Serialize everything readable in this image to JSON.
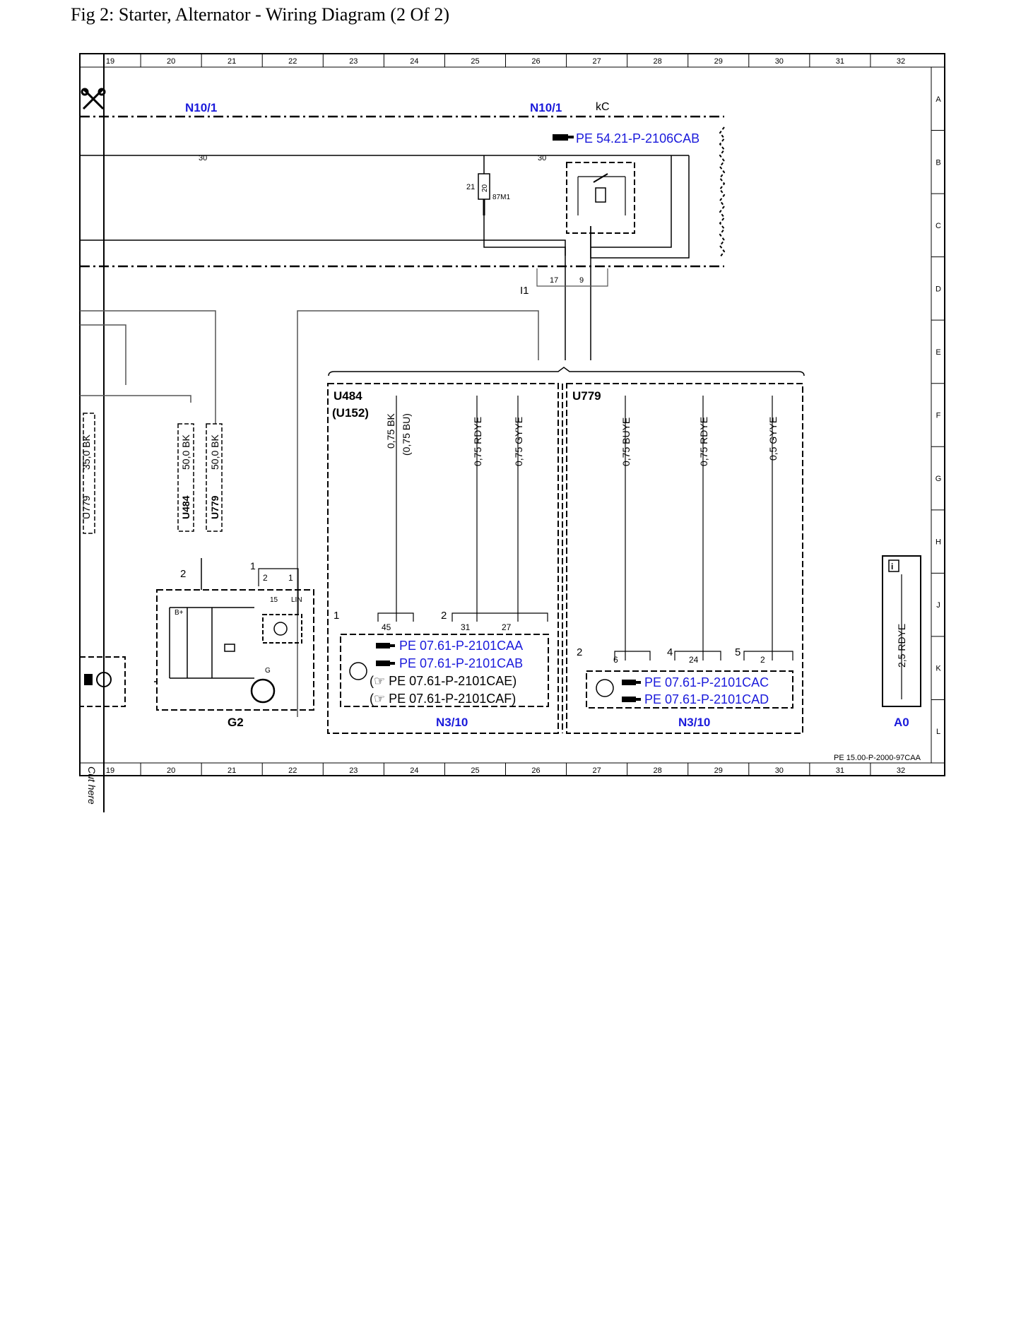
{
  "title": "Fig 2: Starter, Alternator - Wiring Diagram (2 Of 2)",
  "grid": {
    "columns": [
      "19",
      "20",
      "21",
      "22",
      "23",
      "24",
      "25",
      "26",
      "27",
      "28",
      "29",
      "30",
      "31",
      "32"
    ],
    "rows": [
      "A",
      "B",
      "C",
      "D",
      "E",
      "F",
      "G",
      "H",
      "J",
      "K",
      "L"
    ]
  },
  "components": {
    "n10_1_left": "N10/1",
    "n10_1_right": "N10/1",
    "kc": "kC",
    "i1": "I1",
    "g2": "G2",
    "n3_10_left": "N3/10",
    "n3_10_right": "N3/10",
    "a0": "A0",
    "u484": "U484",
    "u152": "(U152)",
    "u779": "U779"
  },
  "refs": {
    "pe_54": "PE 54.21-P-2106CAB",
    "caa": "PE 07.61-P-2101CAA",
    "cab": "PE 07.61-P-2101CAB",
    "cae": "(☞ PE 07.61-P-2101CAE)",
    "caf": "(☞ PE 07.61-P-2101CAF)",
    "cac": "PE 07.61-P-2101CAC",
    "cad": "PE 07.61-P-2101CAD",
    "footer_ref": "PE 15.00-P-2000-97CAA"
  },
  "wires": {
    "w35bk": "35,0 BK",
    "u779_left": "U779",
    "w50bk_a": "50,0 BK",
    "u484_left": "U484",
    "w50bk_b": "50,0 BK",
    "u779_mid": "U779",
    "w075bk": "0,75 BK",
    "w075bu": "(0,75 BU)",
    "w075rdye_a": "0,75 RDYE",
    "w075gyye": "0,75 GYYE",
    "w075buye": "0,75 BUYE",
    "w075rdye_b": "0,75 RDYE",
    "w05gyye": "0,5 GYYE",
    "w25rdye": "2,5 RDYE"
  },
  "pins": {
    "p30a": "30",
    "p30b": "30",
    "p21": "21",
    "p20": "20",
    "p87m1": "87M1",
    "p17": "17",
    "p9": "9",
    "g2_2": "2",
    "g2_1": "1",
    "g2_c2": "2",
    "g2_c1": "1",
    "g2_15": "15",
    "g2_lin": "LIN",
    "g2_bplus": "B+",
    "g2_g": "G",
    "n3_1": "1",
    "n3_2": "2",
    "n3_45": "45",
    "n3_31": "31",
    "n3_27": "27",
    "n3r_2": "2",
    "n3r_6": "6",
    "n3r_4": "4",
    "n3r_24": "24",
    "n3r_5": "5",
    "n3r_p2": "2"
  },
  "side_text": {
    "cut_here": "Cut here"
  },
  "colors": {
    "reference_blue": "#1a1adb",
    "line": "#000000",
    "wire_grey": "#555555"
  }
}
